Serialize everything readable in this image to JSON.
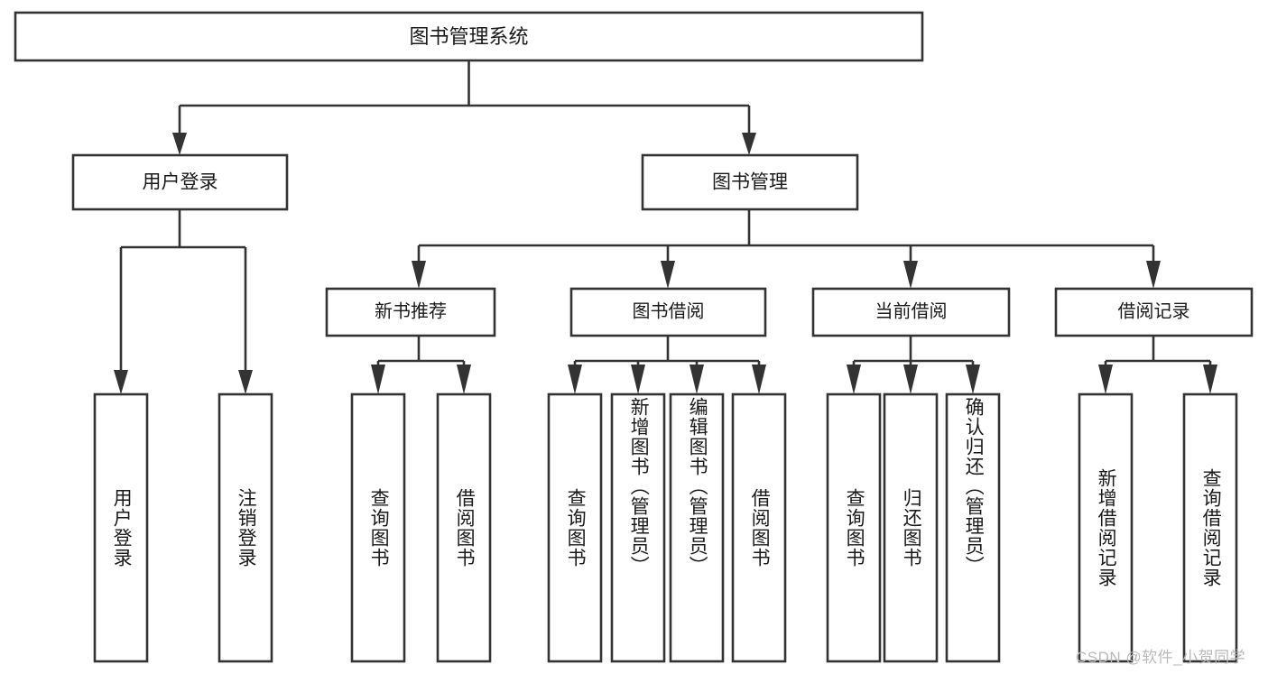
{
  "diagram": {
    "type": "tree-hierarchy-chart",
    "title": "图书管理系统",
    "watermark": "CSDN @软件_小贺同学",
    "colors": {
      "box_stroke": "#333333",
      "box_fill": "#ffffff",
      "text": "#1a1a1a",
      "background": "#ffffff",
      "watermark": "#b9b9b9"
    },
    "root": {
      "label": "图书管理系统"
    },
    "level1": [
      {
        "id": "user-login",
        "label": "用户登录"
      },
      {
        "id": "book-management",
        "label": "图书管理"
      }
    ],
    "level2": [
      {
        "id": "new-book-recommend",
        "label": "新书推荐",
        "parent": "book-management"
      },
      {
        "id": "book-borrow",
        "label": "图书借阅",
        "parent": "book-management"
      },
      {
        "id": "current-borrow",
        "label": "当前借阅",
        "parent": "book-management"
      },
      {
        "id": "borrow-record",
        "label": "借阅记录",
        "parent": "book-management"
      }
    ],
    "leaves": {
      "user-login": [
        {
          "id": "leaf-user-login",
          "label": "用户登录"
        },
        {
          "id": "leaf-logout-login",
          "label": "注销登录"
        }
      ],
      "new-book-recommend": [
        {
          "id": "leaf-query-book-1",
          "label": "查询图书"
        },
        {
          "id": "leaf-borrow-book-1",
          "label": "借阅图书"
        }
      ],
      "book-borrow": [
        {
          "id": "leaf-query-book-2",
          "label": "查询图书"
        },
        {
          "id": "leaf-add-book",
          "label": "新增图书（管理员）"
        },
        {
          "id": "leaf-edit-book",
          "label": "编辑图书（管理员）"
        },
        {
          "id": "leaf-borrow-book-2",
          "label": "借阅图书"
        }
      ],
      "current-borrow": [
        {
          "id": "leaf-query-book-3",
          "label": "查询图书"
        },
        {
          "id": "leaf-return-book",
          "label": "归还图书"
        },
        {
          "id": "leaf-confirm-return",
          "label": "确认归还（管理员）"
        }
      ],
      "borrow-record": [
        {
          "id": "leaf-add-record",
          "label": "新增借阅记录"
        },
        {
          "id": "leaf-query-record",
          "label": "查询借阅记录"
        }
      ]
    }
  }
}
